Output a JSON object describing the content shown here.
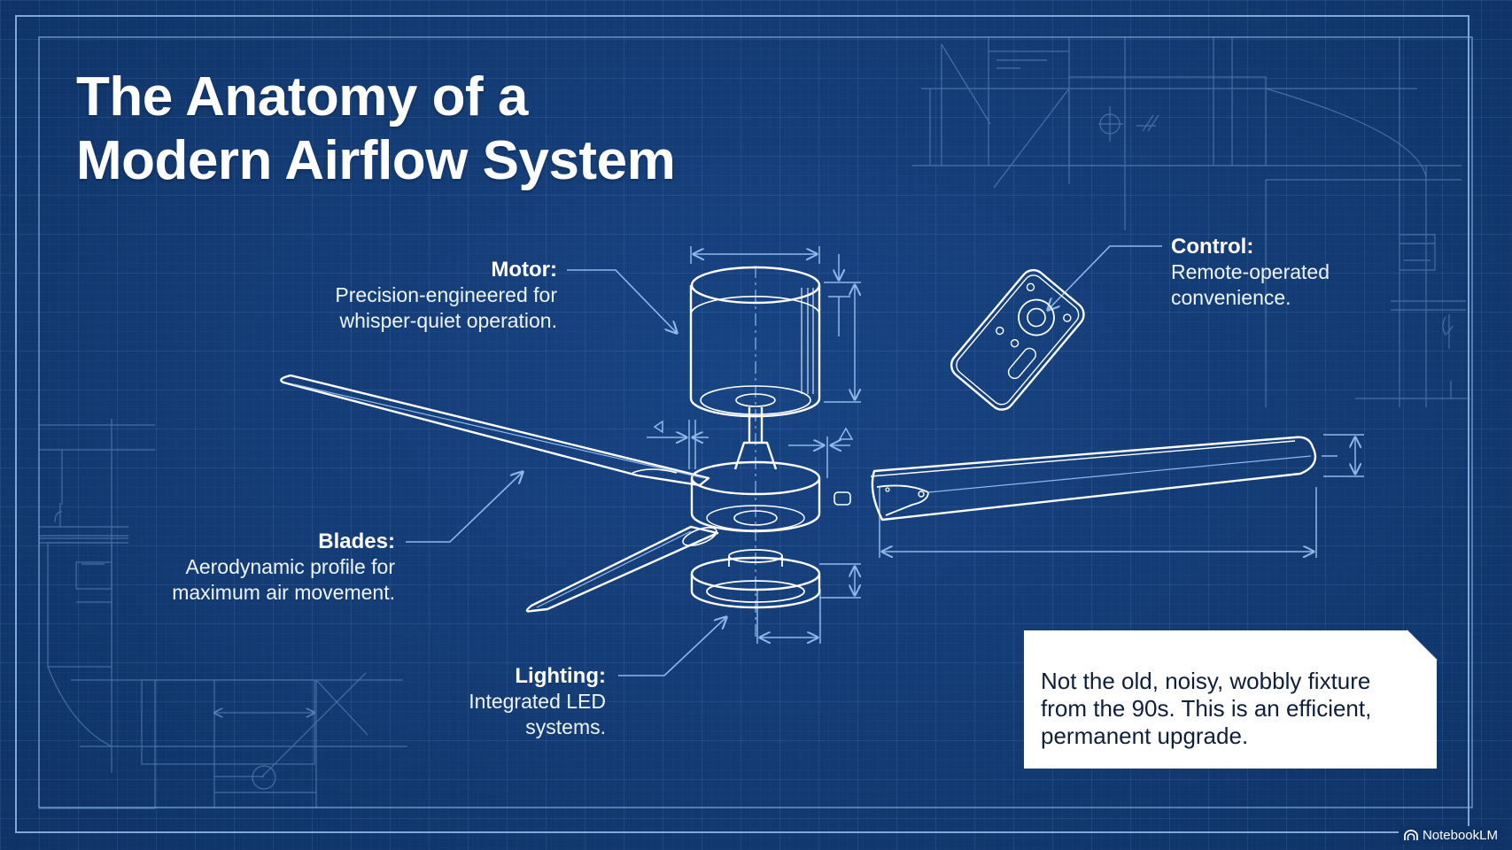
{
  "title": {
    "line1": "The Anatomy of a",
    "line2": "Modern Airflow System"
  },
  "callouts": {
    "motor": {
      "head": "Motor:",
      "body1": "Precision-engineered for",
      "body2": "whisper-quiet operation."
    },
    "blades": {
      "head": "Blades:",
      "body1": "Aerodynamic profile for",
      "body2": "maximum air movement."
    },
    "lighting": {
      "head": "Lighting:",
      "body1": "Integrated LED",
      "body2": "systems."
    },
    "control": {
      "head": "Control:",
      "body1": "Remote-operated",
      "body2": "convenience."
    }
  },
  "note": {
    "line1": "Not the old, noisy, wobbly fixture",
    "line2": "from the 90s. This is an efficient,",
    "line3": "permanent upgrade."
  },
  "brand": {
    "label": "NotebookLM",
    "icon": "notebooklm-logo-icon"
  },
  "colors": {
    "background": "#123a73",
    "line": "#8fb9ea",
    "drawing": "#ffffff",
    "note_bg": "#ffffff",
    "note_text": "#0f1f3a"
  }
}
